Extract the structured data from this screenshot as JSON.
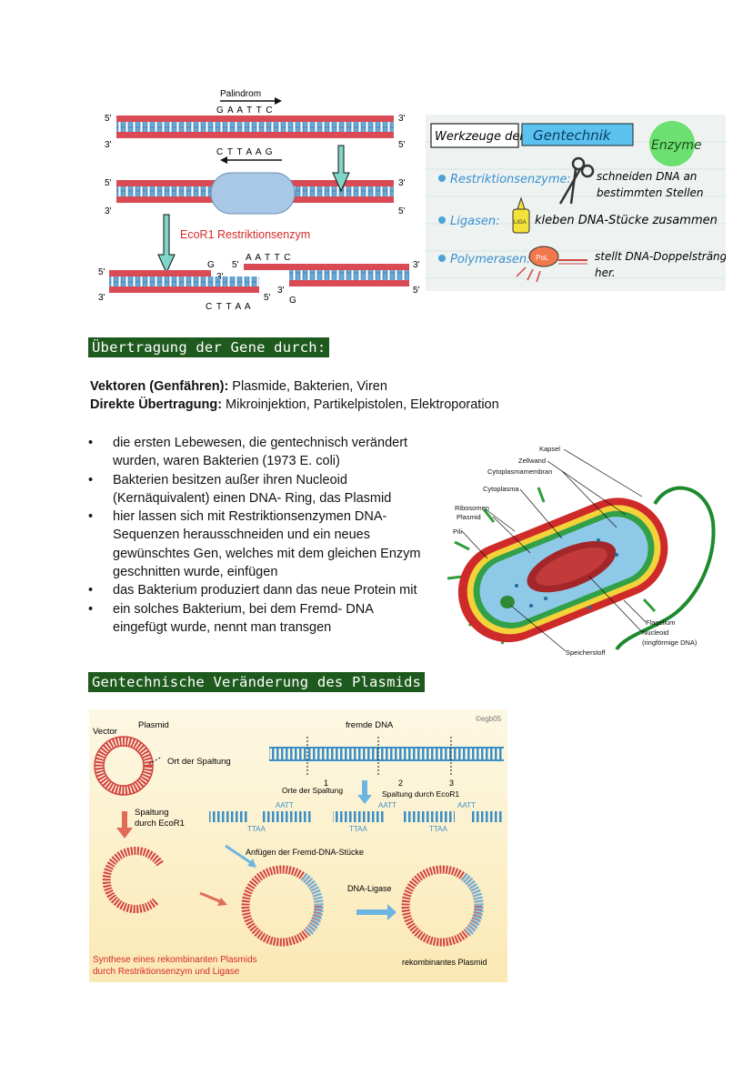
{
  "ecor1_figure": {
    "palindrome_label": "Palindrom",
    "top_sequence": "G A A T T C",
    "bottom_sequence": "C T T A A G",
    "enzyme_label": "EcoR1 Restriktionsenzym",
    "five_prime": "5'",
    "three_prime": "3'",
    "cut_left_top": "G",
    "cut_right_top": "A A T T C",
    "cut_left_bottom": "C T T A A",
    "cut_right_bottom": "G"
  },
  "tools_figure": {
    "title_left": "Werkzeuge der",
    "title_right": "Gentechnik",
    "badge": "Enzyme",
    "items": [
      {
        "name": "Restriktionsenzyme:",
        "desc_line1": "schneiden DNA an",
        "desc_line2": "bestimmten Stellen"
      },
      {
        "name": "Ligasen:",
        "icon_text": "LIGA",
        "desc_line1": "kleben DNA-Stücke zusammen"
      },
      {
        "name": "Polymerasen:",
        "icon_text": "PoL",
        "desc_line1": "stellt DNA-Doppelstränge",
        "desc_line2": "her."
      }
    ]
  },
  "section1": {
    "heading": "Übertragung der Gene durch:",
    "vectors_label": "Vektoren (Genfähren):",
    "vectors_text": " Plasmide, Bakterien, Viren",
    "direct_label": "Direkte Übertragung:",
    "direct_text": " Mikroinjektion, Partikelpistolen, Elektroporation",
    "bullets": [
      "die ersten Lebewesen, die gentechnisch verändert wurden, waren Bakterien (1973 E. coli)",
      "Bakterien besitzen außer ihren Nucleoid (Kernäquivalent) einen DNA- Ring, das Plasmid",
      "hier lassen sich mit Restriktionsenzymen DNA-Sequenzen herausschneiden und ein neues gewünschtes Gen, welches mit dem gleichen Enzym geschnitten wurde, einfügen",
      "das Bakterium produziert dann das neue Protein mit",
      "ein solches Bakterium, bei dem Fremd- DNA eingefügt wurde, nennt man transgen"
    ]
  },
  "bacterium_figure": {
    "labels": {
      "kapsel": "Kapsel",
      "zellwand": "Zellwand",
      "membran": "Cytoplasmamembran",
      "cytoplasma": "Cytoplasma",
      "ribosomen": "Ribosomen",
      "plasmid": "Plasmid",
      "pili": "Pili",
      "flagellum": "Flagellum",
      "nucleoid": "Nucleoid",
      "nucleoid_sub": "(ringförmige DNA)",
      "speicherstoff": "Speicherstoff"
    }
  },
  "section2": {
    "heading": "Gentechnische Veränderung des Plasmids"
  },
  "plasmid_figure": {
    "copyright": "©egb05",
    "vector": "Vector",
    "plasmid": "Plasmid",
    "fremde_dna": "fremde DNA",
    "ort_spaltung": "Ort der Spaltung",
    "orte_spaltung": "Orte der Spaltung",
    "spaltung_ecor1": "Spaltung durch EcoR1",
    "spaltung_line1": "Spaltung",
    "spaltung_line2": "durch EcoR1",
    "site_numbers": [
      "1",
      "2",
      "3"
    ],
    "aatt": "AATT",
    "ttaa": "TTAA",
    "anfuegen": "Anfügen der Fremd-DNA-Stücke",
    "ligase": "DNA-Ligase",
    "synthese_line1": "Synthese eines rekombinanten Plasmids",
    "synthese_line2": "durch Restriktionsenzym und Ligase",
    "rekombinant": "rekombinantes Plasmid"
  }
}
